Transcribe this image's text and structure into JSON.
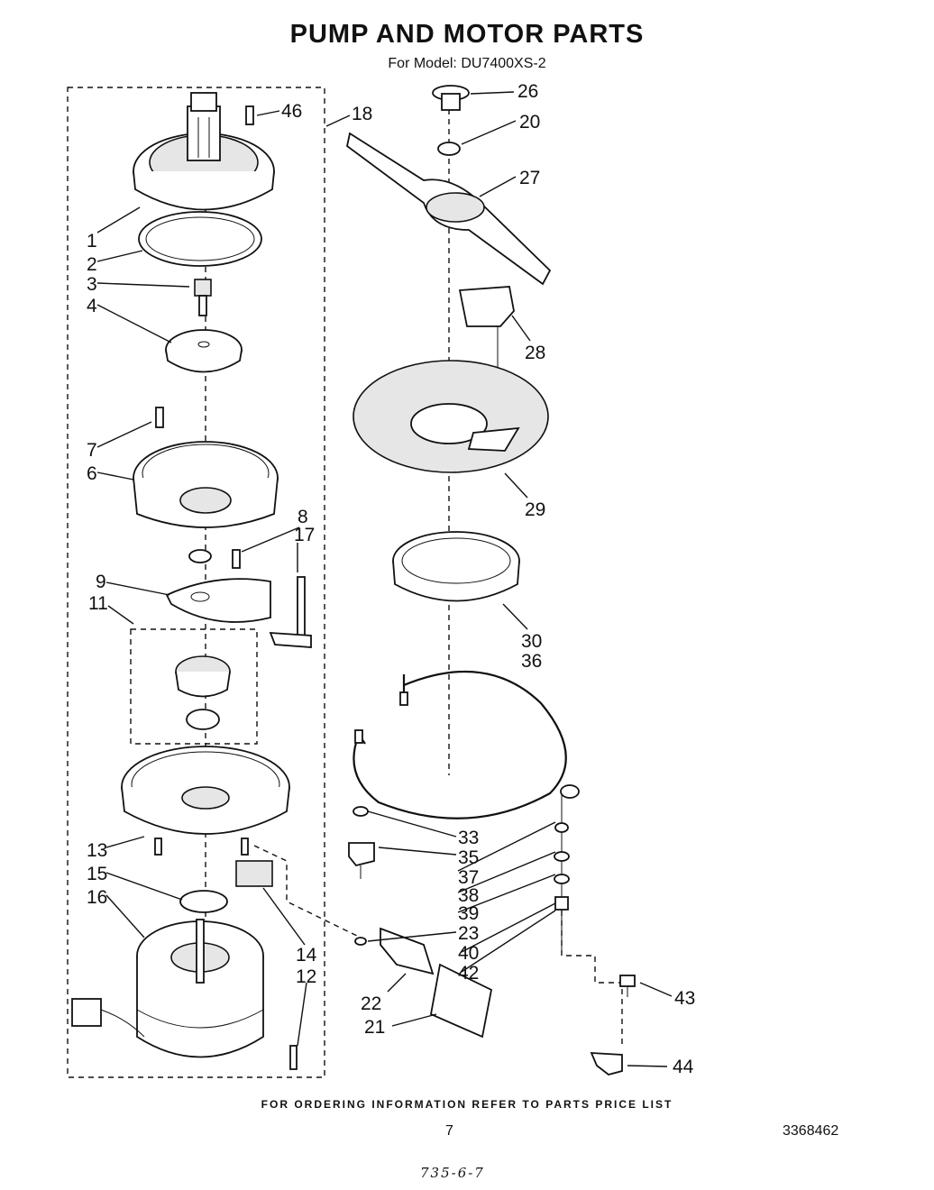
{
  "header": {
    "title": "PUMP AND MOTOR PARTS",
    "subtitle": "For Model: DU7400XS-2"
  },
  "callouts": {
    "c1": "1",
    "c2": "2",
    "c3": "3",
    "c4": "4",
    "c6": "6",
    "c7": "7",
    "c8": "8",
    "c9": "9",
    "c11": "11",
    "c12": "12",
    "c13": "13",
    "c14": "14",
    "c15": "15",
    "c16": "16",
    "c17": "17",
    "c18": "18",
    "c20": "20",
    "c21": "21",
    "c22": "22",
    "c23": "23",
    "c26": "26",
    "c27": "27",
    "c28": "28",
    "c29": "29",
    "c30": "30",
    "c33": "33",
    "c35": "35",
    "c36": "36",
    "c37": "37",
    "c38": "38",
    "c39": "39",
    "c40": "40",
    "c42": "42",
    "c43": "43",
    "c44": "44",
    "c46": "46"
  },
  "footer": {
    "ordering_note": "FOR ORDERING INFORMATION REFER TO PARTS PRICE LIST",
    "page_number": "7",
    "document_number": "3368462",
    "handwritten_note": "735-6-7"
  }
}
